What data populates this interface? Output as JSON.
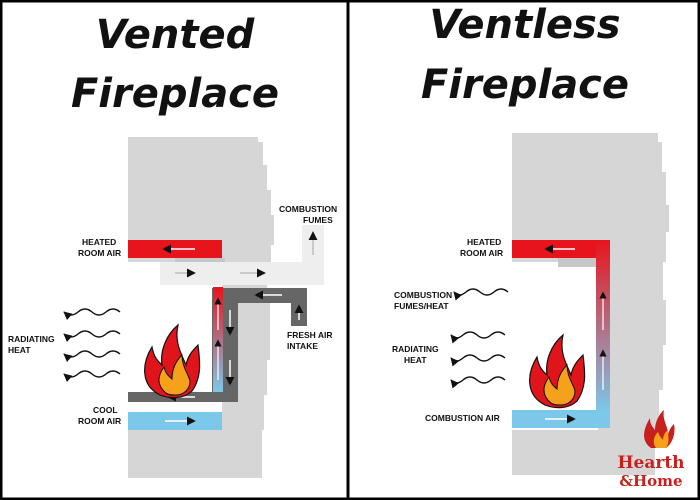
{
  "panels": {
    "vented": {
      "title_line1": "Vented",
      "title_line2": "Fireplace",
      "labels": {
        "heated_air_1": "HEATED",
        "heated_air_2": "ROOM AIR",
        "radiating_1": "RADIATING",
        "radiating_2": "HEAT",
        "cool_air_1": "COOL",
        "cool_air_2": "ROOM AIR",
        "fumes_1": "COMBUSTION",
        "fumes_2": "FUMES",
        "intake_1": "FRESH AIR",
        "intake_2": "INTAKE"
      }
    },
    "ventless": {
      "title_line1": "Ventless",
      "title_line2": "Fireplace",
      "labels": {
        "heated_air_1": "HEATED",
        "heated_air_2": "ROOM AIR",
        "fumes_heat_1": "COMBUSTION",
        "fumes_heat_2": "FUMES/HEAT",
        "radiating_1": "RADIATING",
        "radiating_2": "HEAT",
        "combustion_air": "COMBUSTION AIR"
      }
    }
  },
  "brand": {
    "line1": "Hearth",
    "line2": "&Home"
  },
  "colors": {
    "hot": "#e8141c",
    "cool": "#7cc8ea",
    "wall": "#d4d4d4",
    "duct": "#6a6a6a",
    "flame_outer": "#e0141b",
    "flame_inner": "#f6a11b",
    "border": "#000000"
  },
  "icons": [
    "flame-icon",
    "wave-arrow-icon",
    "hearth-home-logo"
  ]
}
